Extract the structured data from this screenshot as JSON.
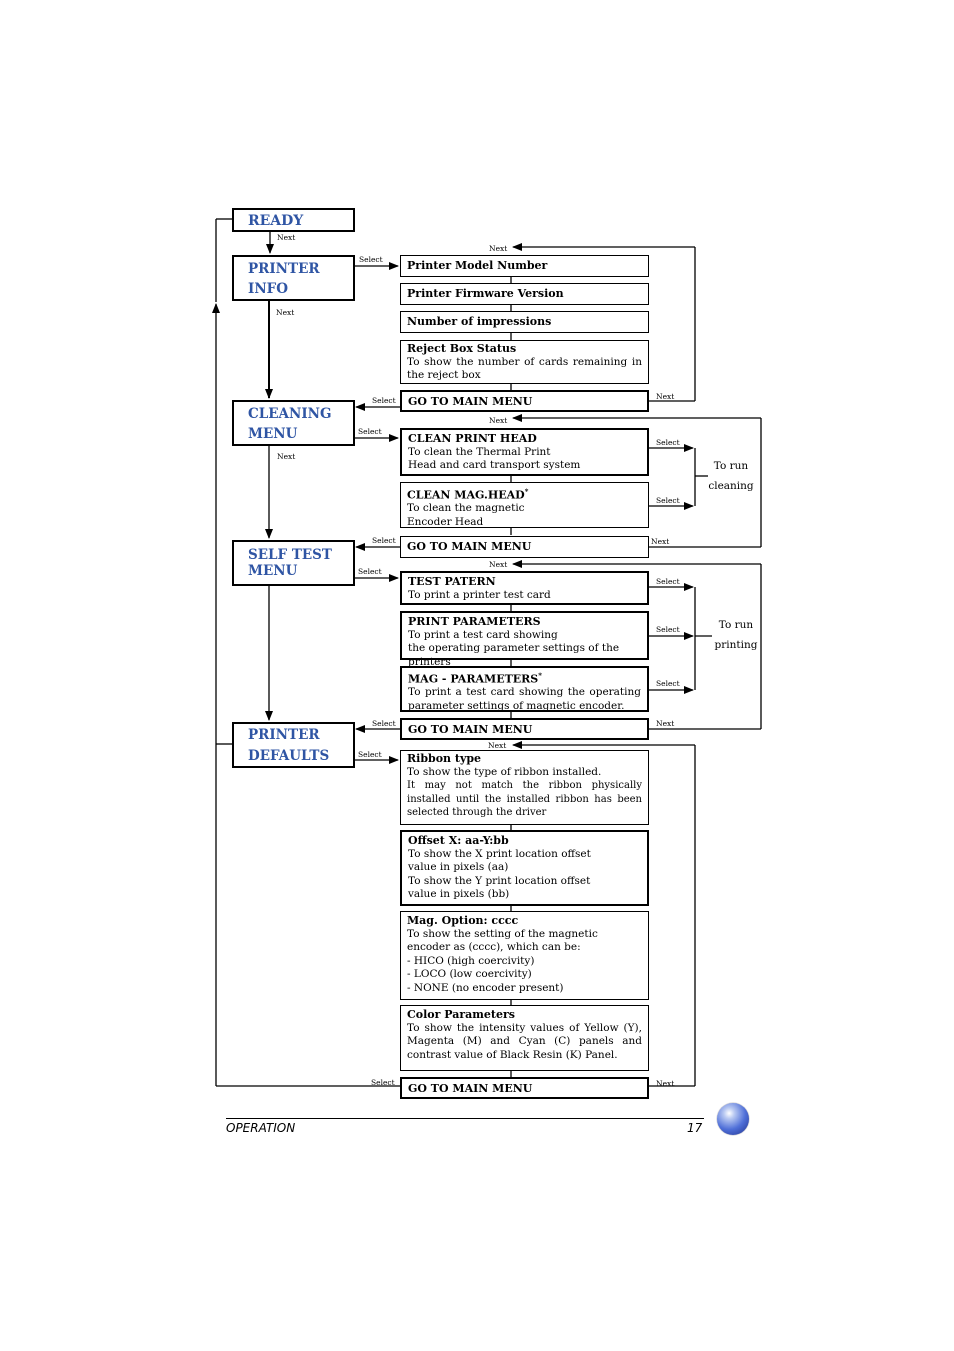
{
  "menus": {
    "ready": "READY",
    "printer_info": [
      "PRINTER",
      "INFO"
    ],
    "cleaning": [
      "CLEANING",
      "MENU"
    ],
    "self_test": [
      "SELF TEST",
      "MENU"
    ],
    "printer_defaults": [
      "PRINTER",
      "DEFAULTS"
    ]
  },
  "labels": {
    "next": "Next",
    "select": "Select"
  },
  "printer_info_items": {
    "model": "Printer Model Number",
    "firmware": "Printer Firmware Version",
    "impressions": "Number of impressions",
    "reject_title": "Reject Box Status",
    "reject_desc": "To show the number of cards remaining in the reject box",
    "goto": "GO TO MAIN MENU"
  },
  "cleaning_items": {
    "head_title": "CLEAN PRINT HEAD",
    "head_desc": [
      "To clean the Thermal Print",
      "Head and card transport system"
    ],
    "mag_title": "CLEAN MAG.HEAD",
    "mag_star": "*",
    "mag_desc": [
      "To clean the magnetic",
      "Encoder Head"
    ],
    "goto": "GO TO MAIN MENU",
    "side_note": [
      "To run",
      "cleaning"
    ]
  },
  "self_test_items": {
    "test_title": "TEST PATERN",
    "test_desc": "To print a printer test card",
    "params_title": "PRINT PARAMETERS",
    "params_desc": [
      "To print a test card showing",
      "the operating parameter settings of the printers"
    ],
    "mag_title": "MAG - PARAMETERS",
    "mag_star": "*",
    "mag_desc": "To print a test card showing the operating parameter settings of magnetic encoder.",
    "goto": "GO TO MAIN MENU",
    "side_note": [
      "To run",
      "printing"
    ]
  },
  "defaults_items": {
    "ribbon_title": "Ribbon type",
    "ribbon_desc": [
      "To show the type of ribbon installed.",
      "It may not match the ribbon physically installed until the installed ribbon has been selected through the driver"
    ],
    "offset_title": "Offset X: aa-Y:bb",
    "offset_desc": [
      "To show the X print location offset",
      "value in pixels (aa)",
      "To show the Y print location offset",
      "value in pixels (bb)"
    ],
    "mag_title": "Mag. Option: cccc",
    "mag_desc": [
      "To show the setting of the magnetic",
      "encoder as (cccc), which can be:",
      "- HICO (high coercivity)",
      "- LOCO (low coercivity)",
      "- NONE (no encoder present)"
    ],
    "color_title": "Color Parameters",
    "color_desc": "To show the intensity values of Yellow (Y), Magenta (M) and Cyan (C) panels and contrast value of Black Resin (K) Panel.",
    "goto": "GO TO MAIN MENU"
  },
  "footer": {
    "section": "OPERATION",
    "page": "17"
  }
}
